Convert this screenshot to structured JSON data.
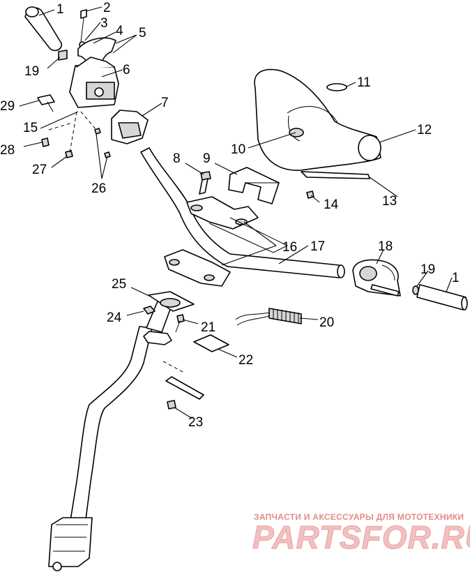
{
  "callouts": {
    "c1a": "1",
    "c2": "2",
    "c3": "3",
    "c4": "4",
    "c5": "5",
    "c6": "6",
    "c7": "7",
    "c8": "8",
    "c9": "9",
    "c10": "10",
    "c11": "11",
    "c12": "12",
    "c13": "13",
    "c14": "14",
    "c15": "15",
    "c16": "16",
    "c17": "17",
    "c18": "18",
    "c19a": "19",
    "c19b": "19",
    "c1b": "1",
    "c20": "20",
    "c21": "21",
    "c22": "22",
    "c23": "23",
    "c24": "24",
    "c25": "25",
    "c26": "26",
    "c27": "27",
    "c28": "28",
    "c29": "29"
  },
  "watermark": {
    "tagline": "ЗАПЧАСТИ И АКСЕССУАРЫ ДЛЯ МОТОТЕХНИКИ",
    "brand": "PARTSFOR.RU"
  }
}
